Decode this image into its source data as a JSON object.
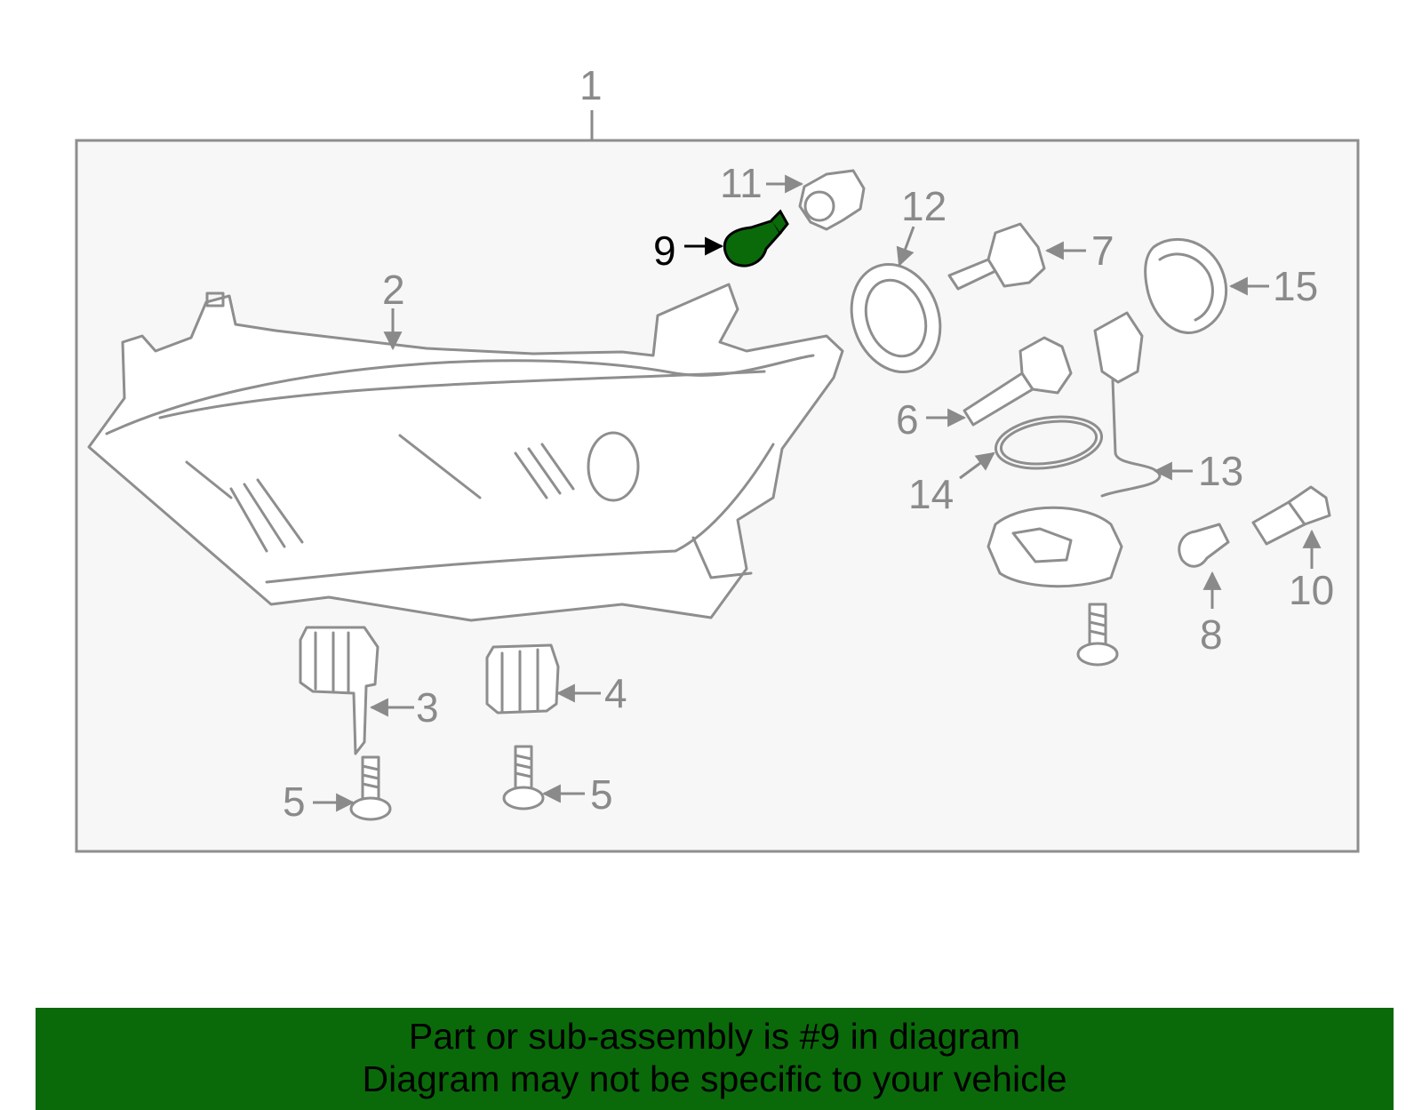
{
  "diagram": {
    "highlighted_part": "9",
    "highlight_color": "#0a6a0a",
    "callouts": {
      "c1": "1",
      "c2": "2",
      "c3": "3",
      "c4": "4",
      "c5a": "5",
      "c5b": "5",
      "c6": "6",
      "c7": "7",
      "c8": "8",
      "c9": "9",
      "c10": "10",
      "c11": "11",
      "c12": "12",
      "c13": "13",
      "c14": "14",
      "c15": "15"
    }
  },
  "banner": {
    "line1": "Part or sub-assembly is #9 in diagram",
    "line2": "Diagram may not be specific to your vehicle",
    "background_color": "#0a6a0a"
  }
}
